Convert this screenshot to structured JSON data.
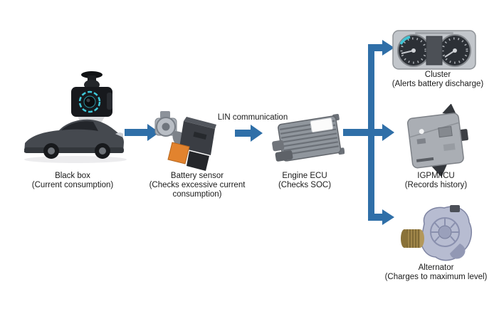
{
  "diagram": {
    "connection_label": "LIN communication",
    "nodes": [
      {
        "id": "black-box",
        "label": "Black box",
        "sublabel": "(Current consumption)"
      },
      {
        "id": "battery-sensor",
        "label": "Battery sensor",
        "sublabel": "(Checks excessive current consumption)"
      },
      {
        "id": "engine-ecu",
        "label": "Engine ECU",
        "sublabel": "(Checks SOC)"
      },
      {
        "id": "cluster",
        "label": "Cluster",
        "sublabel": "(Alerts battery discharge)"
      },
      {
        "id": "igpm-icu",
        "label": "IGPM/ICU",
        "sublabel": "(Records history)"
      },
      {
        "id": "alternator",
        "label": "Alternator",
        "sublabel": "(Charges to maximum level)"
      }
    ],
    "colors": {
      "arrow": "#2f6fa8",
      "highlight_cyan": "#3fc4d4",
      "connector_orange": "#e2832e",
      "text": "#1a1a1a",
      "background": "#ffffff"
    }
  }
}
